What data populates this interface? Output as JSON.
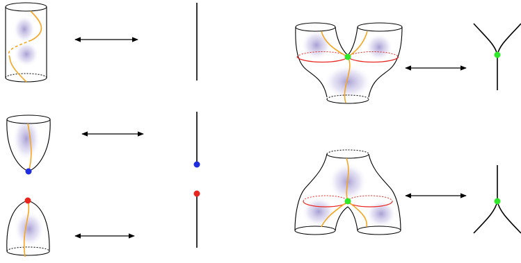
{
  "colors": {
    "outline": "#000000",
    "string": "#f5a623",
    "shade": "#8a7fc4",
    "source_dot": "#1f2de0",
    "sink_dot": "#e8251f",
    "vertex_dot": "#2ee82a",
    "waist": "#e8251f"
  },
  "panels": [
    {
      "surface": "cylinder",
      "graph": "edge"
    },
    {
      "surface": "cup",
      "graph": "edge-with-bottom-endpoint"
    },
    {
      "surface": "cap",
      "graph": "edge-with-top-endpoint"
    },
    {
      "surface": "pair-of-pants-merge",
      "graph": "y-vertex"
    },
    {
      "surface": "pair-of-pants-split",
      "graph": "inverted-y-vertex"
    }
  ],
  "icons": [
    "double-arrow-icon"
  ]
}
